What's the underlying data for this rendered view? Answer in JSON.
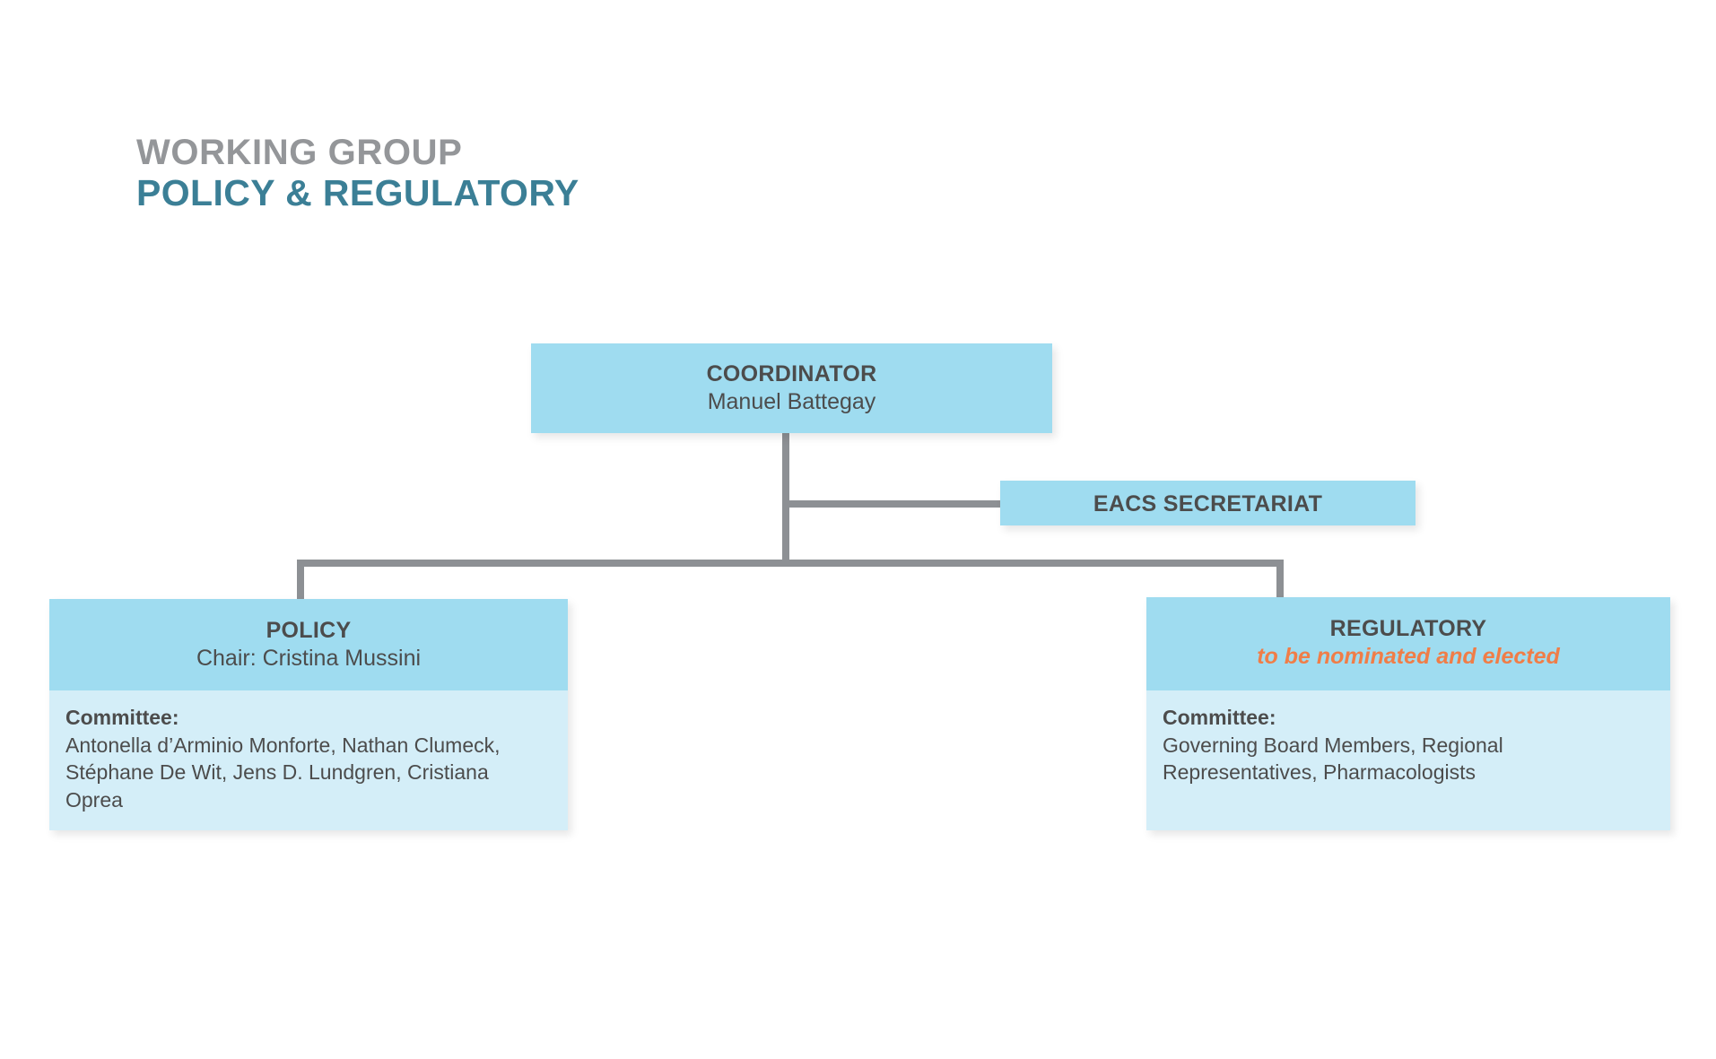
{
  "title": {
    "eyebrow": "WORKING GROUP",
    "main": "POLICY & REGULATORY",
    "eyebrow_color": "#949699",
    "main_color": "#3b7f96"
  },
  "colors": {
    "node_header": "#9fdcf0",
    "node_body": "#d4eef8",
    "connector": "#8d9094",
    "text": "#4c4c4c",
    "accent_pending": "#f07d47",
    "background": "#ffffff"
  },
  "chart_data": {
    "type": "diagram",
    "subtype": "organization-chart",
    "nodes": [
      {
        "id": "coordinator",
        "title": "COORDINATOR",
        "subtitle": "Manuel Battegay",
        "level": 0
      },
      {
        "id": "secretariat",
        "title": "EACS SECRETARIAT",
        "subtitle": "",
        "level": 1
      },
      {
        "id": "policy",
        "title": "POLICY",
        "subtitle": "Chair: Cristina Mussini",
        "committee_label": "Committee:",
        "committee_members": "Antonella d’Arminio Monforte, Nathan Clumeck, Stéphane De Wit, Jens D. Lundgren, Cristiana Oprea",
        "level": 2
      },
      {
        "id": "regulatory",
        "title": "REGULATORY",
        "subtitle": "to be nominated and elected",
        "subtitle_state": "pending",
        "committee_label": "Committee:",
        "committee_members": "Governing Board Members, Regional Representatives, Pharmacologists",
        "level": 2
      }
    ],
    "edges": [
      {
        "from": "coordinator",
        "to": "secretariat"
      },
      {
        "from": "coordinator",
        "to": "policy"
      },
      {
        "from": "coordinator",
        "to": "regulatory"
      }
    ]
  },
  "coordinator": {
    "title": "COORDINATOR",
    "name": "Manuel Battegay"
  },
  "secretariat": {
    "title": "EACS SECRETARIAT"
  },
  "policy": {
    "title": "POLICY",
    "chair": "Chair: Cristina Mussini",
    "committee_label": "Committee:",
    "committee_members": "Antonella d’Arminio Monforte, Nathan Clumeck, Stéphane De Wit, Jens D. Lundgren, Cristiana Oprea"
  },
  "regulatory": {
    "title": "REGULATORY",
    "status": "to be nominated and elected",
    "committee_label": "Committee:",
    "committee_members": "Governing Board Members, Regional Representatives, Pharmacologists"
  }
}
